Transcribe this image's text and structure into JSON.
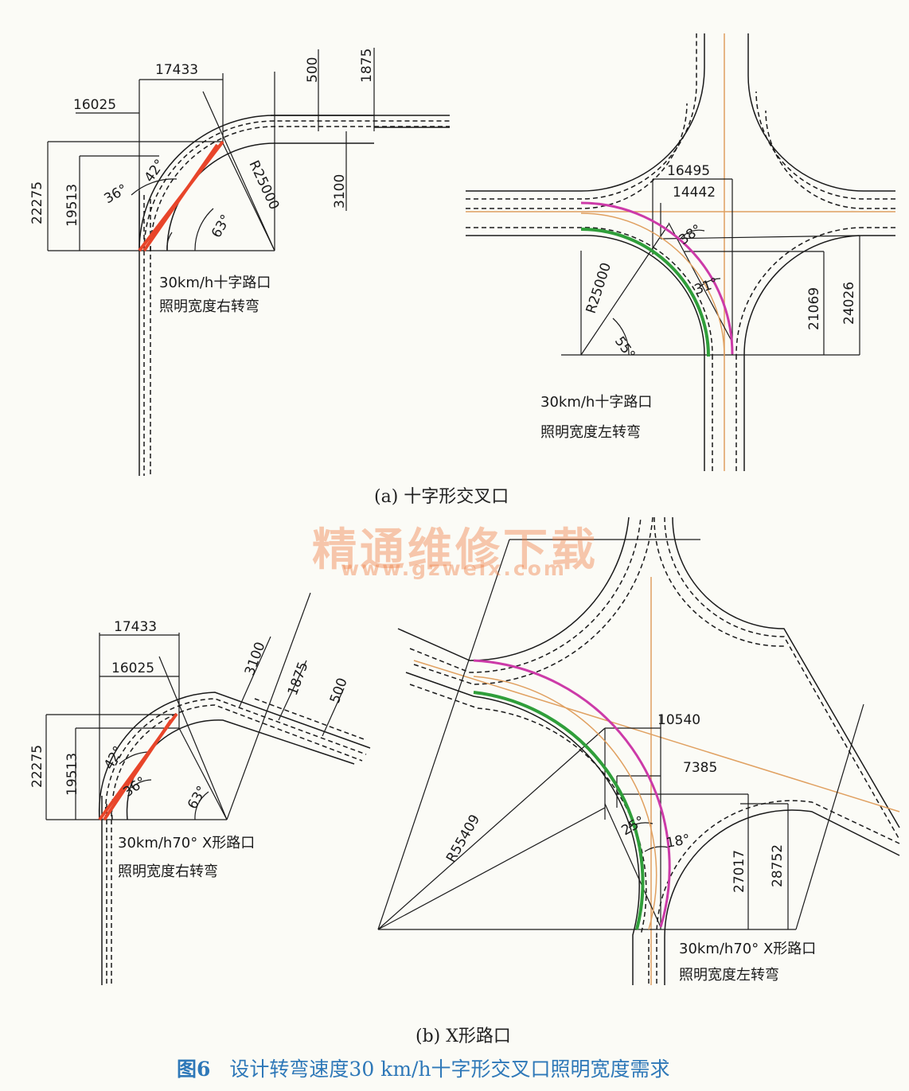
{
  "colors": {
    "line": "#1a1a1a",
    "red": "#e8452a",
    "magenta": "#cc3aa8",
    "green": "#2f9e3a",
    "orange": "#e0a060",
    "caption": "#2e78b8",
    "watermark": "#f07a3c"
  },
  "panel_a_right": {
    "dims": [
      "17433",
      "16025",
      "500",
      "1875",
      "3100",
      "22275",
      "19513"
    ],
    "radius": "R25000",
    "angles": [
      "42°",
      "36°",
      "63°"
    ],
    "label_line1": "30km/h十字路口",
    "label_line2": "照明宽度右转弯"
  },
  "panel_a_left": {
    "dims": [
      "16495",
      "14442",
      "21069",
      "24026"
    ],
    "radius": "R25000",
    "angles": [
      "38°",
      "31°",
      "55°"
    ],
    "label_line1": "30km/h十字路口",
    "label_line2": "照明宽度左转弯"
  },
  "panel_b_right": {
    "dims": [
      "17433",
      "16025",
      "3100",
      "1875",
      "500",
      "22275",
      "19513"
    ],
    "angles": [
      "42°",
      "36°",
      "63°"
    ],
    "label_line1": "30km/h70° X形路口",
    "label_line2": "照明宽度右转弯"
  },
  "panel_b_left": {
    "dims": [
      "10540",
      "7385",
      "27017",
      "28752"
    ],
    "radius": "R55409",
    "angles": [
      "25°",
      "18°"
    ],
    "label_line1": "30km/h70° X形路口",
    "label_line2": "照明宽度左转弯"
  },
  "captions": {
    "a": "(a) 十字形交叉口",
    "b": "(b) X形路口",
    "figure_number": "图6",
    "figure_title": "设计转弯速度30 km/h十字形交叉口照明宽度需求"
  },
  "watermark": {
    "text": "精通维修下载",
    "url": "www.gzweix.com"
  }
}
